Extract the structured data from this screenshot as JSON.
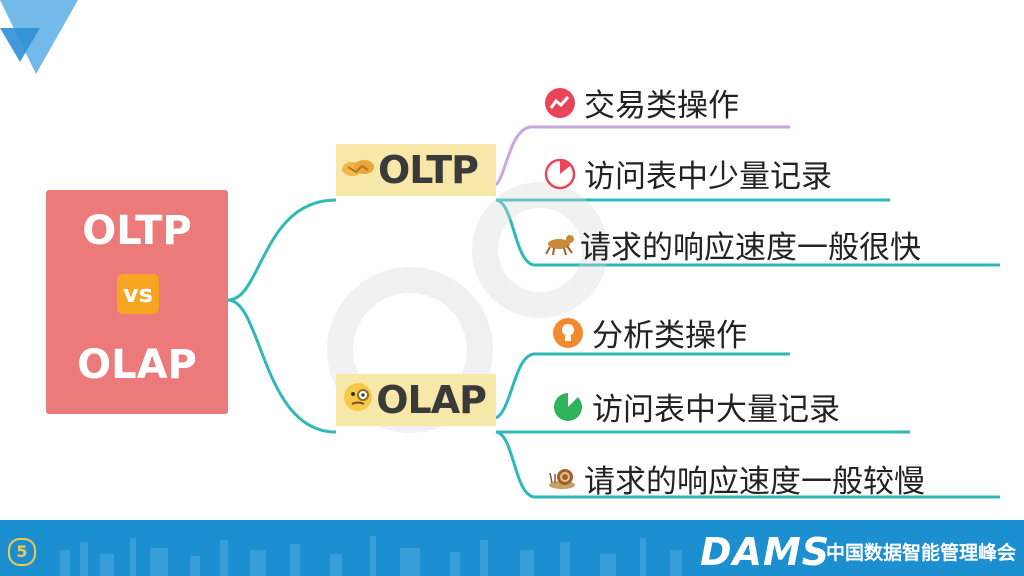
{
  "root": {
    "line1": "OLTP",
    "vs": "vs",
    "line2": "OLAP"
  },
  "branches": [
    {
      "label": "OLTP",
      "icon": "handshake-icon",
      "leaves": [
        {
          "text": "交易类操作",
          "icon": "trend-chart-icon"
        },
        {
          "text": "访问表中少量记录",
          "icon": "small-pie-icon"
        },
        {
          "text": "请求的响应速度一般很快",
          "icon": "running-dog-icon"
        }
      ]
    },
    {
      "label": "OLAP",
      "icon": "monocle-face-icon",
      "leaves": [
        {
          "text": "分析类操作",
          "icon": "lightbulb-icon"
        },
        {
          "text": "访问表中大量记录",
          "icon": "large-pie-icon"
        },
        {
          "text": "请求的响应速度一般较慢",
          "icon": "snail-icon"
        }
      ]
    }
  ],
  "footer": {
    "page_number": "5",
    "brand": "DAMS",
    "brand_cn": "中国数据智能管理峰会"
  },
  "colors": {
    "root_bg": "#ec7a7a",
    "branch_bg": "#f7e7a8",
    "connector": "#2fb8b8",
    "oltp_first_connector": "#c9a6e0",
    "footer_bg": "#1b8fd0"
  }
}
